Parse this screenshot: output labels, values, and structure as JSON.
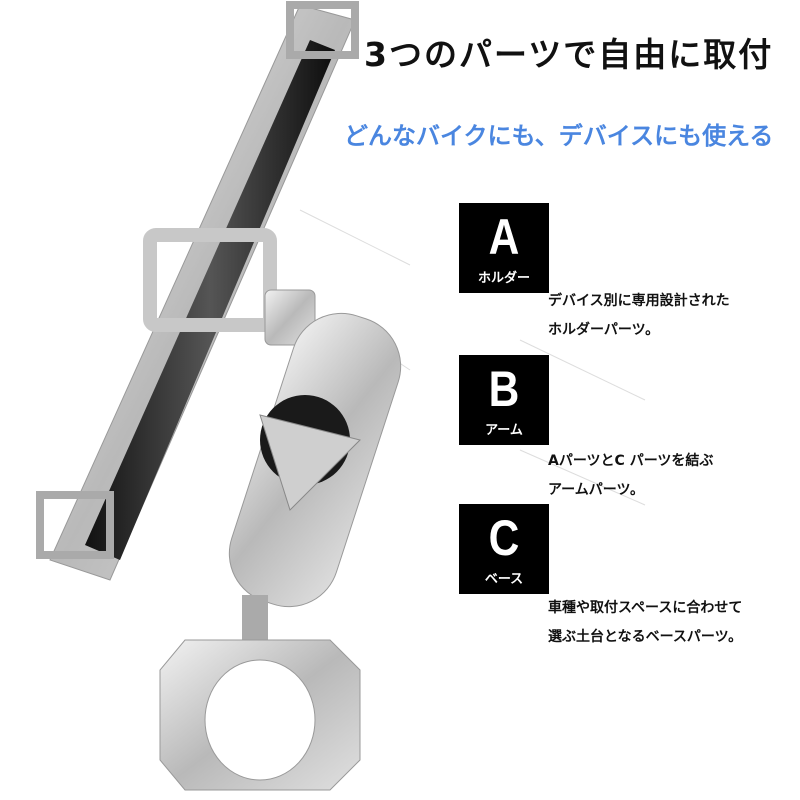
{
  "headline": "3つのパーツで自由に取付",
  "subheadline": "どんなバイクにも、デバイスにも使える",
  "accent_color": "#4a86e0",
  "parts": [
    {
      "letter": "A",
      "name": "ホルダー",
      "desc_line1": "デバイス別に専用設計された",
      "desc_line2": "ホルダーパーツ。"
    },
    {
      "letter": "B",
      "name": "アーム",
      "desc_line1": "AパーツとC パーツを結ぶ",
      "desc_line2": "アームパーツ。"
    },
    {
      "letter": "C",
      "name": "ベース",
      "desc_line1": "車種や取付スペースに合わせて",
      "desc_line2": "選ぶ土台となるベースパーツ。"
    }
  ]
}
